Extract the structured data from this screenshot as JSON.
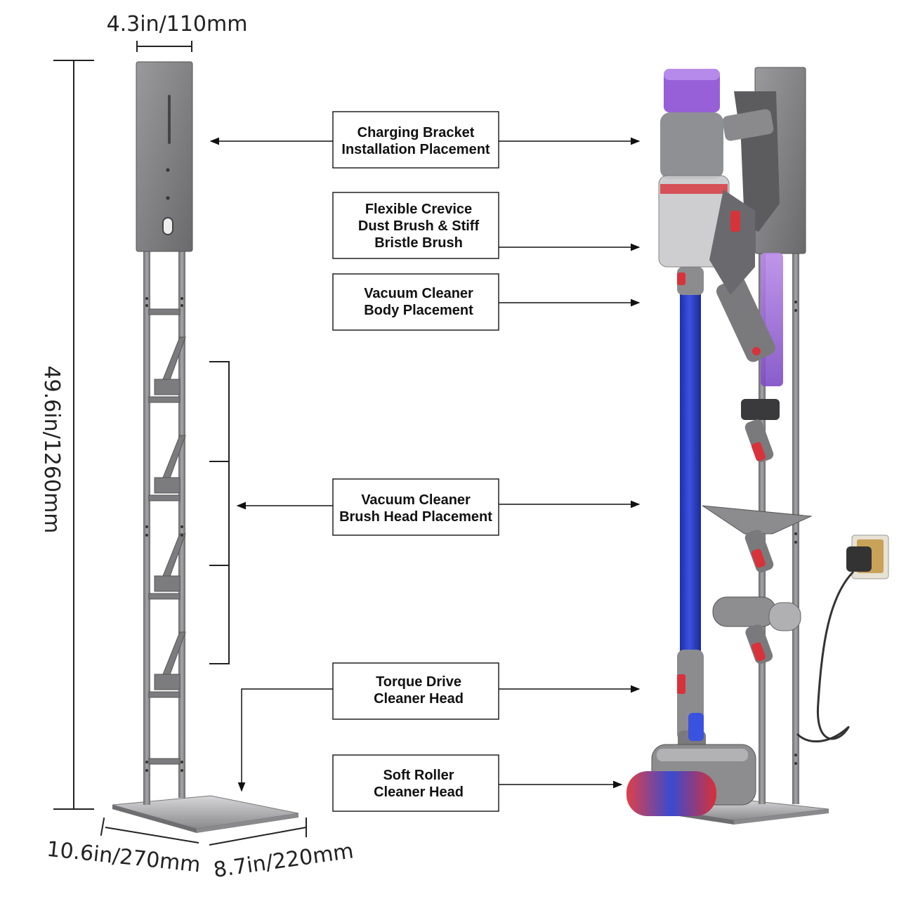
{
  "dimensions": {
    "width_top": "4.3in/110mm",
    "height": "49.6in/1260mm",
    "base_depth": "10.6in/270mm",
    "base_width": "8.7in/220mm"
  },
  "labels": {
    "charging": [
      "Charging Bracket",
      "Installation Placement"
    ],
    "crevice": [
      "Flexible Crevice",
      "Dust Brush & Stiff",
      "Bristle Brush"
    ],
    "body": [
      "Vacuum Cleaner",
      "Body Placement"
    ],
    "brush_head": [
      "Vacuum Cleaner",
      "Brush Head Placement"
    ],
    "torque": [
      "Torque Drive",
      "Cleaner Head"
    ],
    "soft_roller": [
      "Soft Roller",
      "Cleaner Head"
    ]
  },
  "colors": {
    "stand_metal": "#8e8e90",
    "stand_dark": "#5e5e60",
    "wand_blue": "#2a3ec8",
    "bin_purple": "#9b6cd9",
    "accent_red": "#d8323a",
    "plug_gold": "#c9a25a"
  }
}
